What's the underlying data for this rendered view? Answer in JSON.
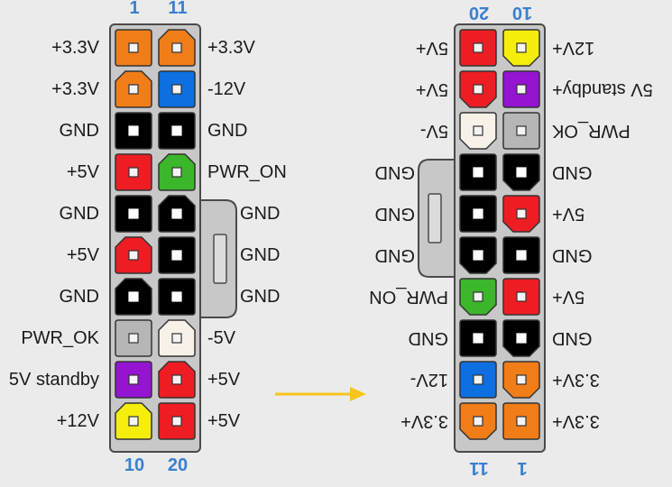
{
  "colors": {
    "orange": "#f07d18",
    "blue": "#0d6fe0",
    "black": "#000000",
    "red": "#ee1d23",
    "green": "#3cb62b",
    "gray": "#b6b6b6",
    "white": "#f7f1e8",
    "purple": "#9414d2",
    "yellow": "#f5ee0d",
    "housing": "#c8c8c8",
    "arrow": "#f7c41b",
    "pin_number": "#3a7fd0"
  },
  "left": {
    "pin_numbers": {
      "top_left": "1",
      "top_right": "11",
      "bottom_left": "10",
      "bottom_right": "20"
    },
    "rows": [
      {
        "left_label": "+3.3V",
        "right_label": "+3.3V",
        "colors": [
          "orange",
          "orange"
        ],
        "shapes": [
          "sq",
          "notch"
        ]
      },
      {
        "left_label": "+3.3V",
        "right_label": "-12V",
        "colors": [
          "orange",
          "blue"
        ],
        "shapes": [
          "notch",
          "sq"
        ]
      },
      {
        "left_label": "GND",
        "right_label": "GND",
        "colors": [
          "black",
          "black"
        ],
        "shapes": [
          "sq",
          "sq"
        ]
      },
      {
        "left_label": "+5V",
        "right_label": "PWR_ON",
        "colors": [
          "red",
          "green"
        ],
        "shapes": [
          "sq",
          "notch"
        ]
      },
      {
        "left_label": "GND",
        "right_label": "GND",
        "colors": [
          "black",
          "black"
        ],
        "shapes": [
          "sq",
          "notch"
        ]
      },
      {
        "left_label": "+5V",
        "right_label": "GND",
        "colors": [
          "red",
          "black"
        ],
        "shapes": [
          "notch",
          "sq"
        ]
      },
      {
        "left_label": "GND",
        "right_label": "GND",
        "colors": [
          "black",
          "black"
        ],
        "shapes": [
          "notch",
          "sq"
        ]
      },
      {
        "left_label": "PWR_OK",
        "right_label": "-5V",
        "colors": [
          "gray",
          "white"
        ],
        "shapes": [
          "sq",
          "notch"
        ]
      },
      {
        "left_label": "5V standby",
        "right_label": "+5V",
        "colors": [
          "purple",
          "red"
        ],
        "shapes": [
          "sq",
          "notch"
        ]
      },
      {
        "left_label": "+12V",
        "right_label": "+5V",
        "colors": [
          "yellow",
          "red"
        ],
        "shapes": [
          "notch",
          "sq"
        ]
      }
    ]
  },
  "right": {
    "pin_numbers": {
      "top_left": "20",
      "top_right": "10",
      "bottom_left": "11",
      "bottom_right": "1"
    },
    "rows": [
      {
        "left_label": "+5V",
        "right_label": "+12V",
        "colors": [
          "red",
          "yellow"
        ],
        "shapes": [
          "sq",
          "notch"
        ]
      },
      {
        "left_label": "+5V",
        "right_label": "+5V standby",
        "colors": [
          "red",
          "purple"
        ],
        "shapes": [
          "notch",
          "sq"
        ]
      },
      {
        "left_label": "-5V",
        "right_label": "PWR_OK",
        "colors": [
          "white",
          "gray"
        ],
        "shapes": [
          "notch",
          "sq"
        ]
      },
      {
        "left_label": "GND",
        "right_label": "GND",
        "colors": [
          "black",
          "black"
        ],
        "shapes": [
          "sq",
          "notch"
        ]
      },
      {
        "left_label": "GND",
        "right_label": "+5V",
        "colors": [
          "black",
          "red"
        ],
        "shapes": [
          "sq",
          "notch"
        ]
      },
      {
        "left_label": "GND",
        "right_label": "GND",
        "colors": [
          "black",
          "black"
        ],
        "shapes": [
          "notch",
          "sq"
        ]
      },
      {
        "left_label": "PWR_ON",
        "right_label": "+5V",
        "colors": [
          "green",
          "red"
        ],
        "shapes": [
          "notch",
          "sq"
        ]
      },
      {
        "left_label": "GND",
        "right_label": "GND",
        "colors": [
          "black",
          "black"
        ],
        "shapes": [
          "sq",
          "notch"
        ]
      },
      {
        "left_label": "-12V",
        "right_label": "+3.3V",
        "colors": [
          "blue",
          "orange"
        ],
        "shapes": [
          "sq",
          "notch"
        ]
      },
      {
        "left_label": "+3.3V",
        "right_label": "+3.3V",
        "colors": [
          "orange",
          "orange"
        ],
        "shapes": [
          "notch",
          "sq"
        ]
      }
    ]
  }
}
